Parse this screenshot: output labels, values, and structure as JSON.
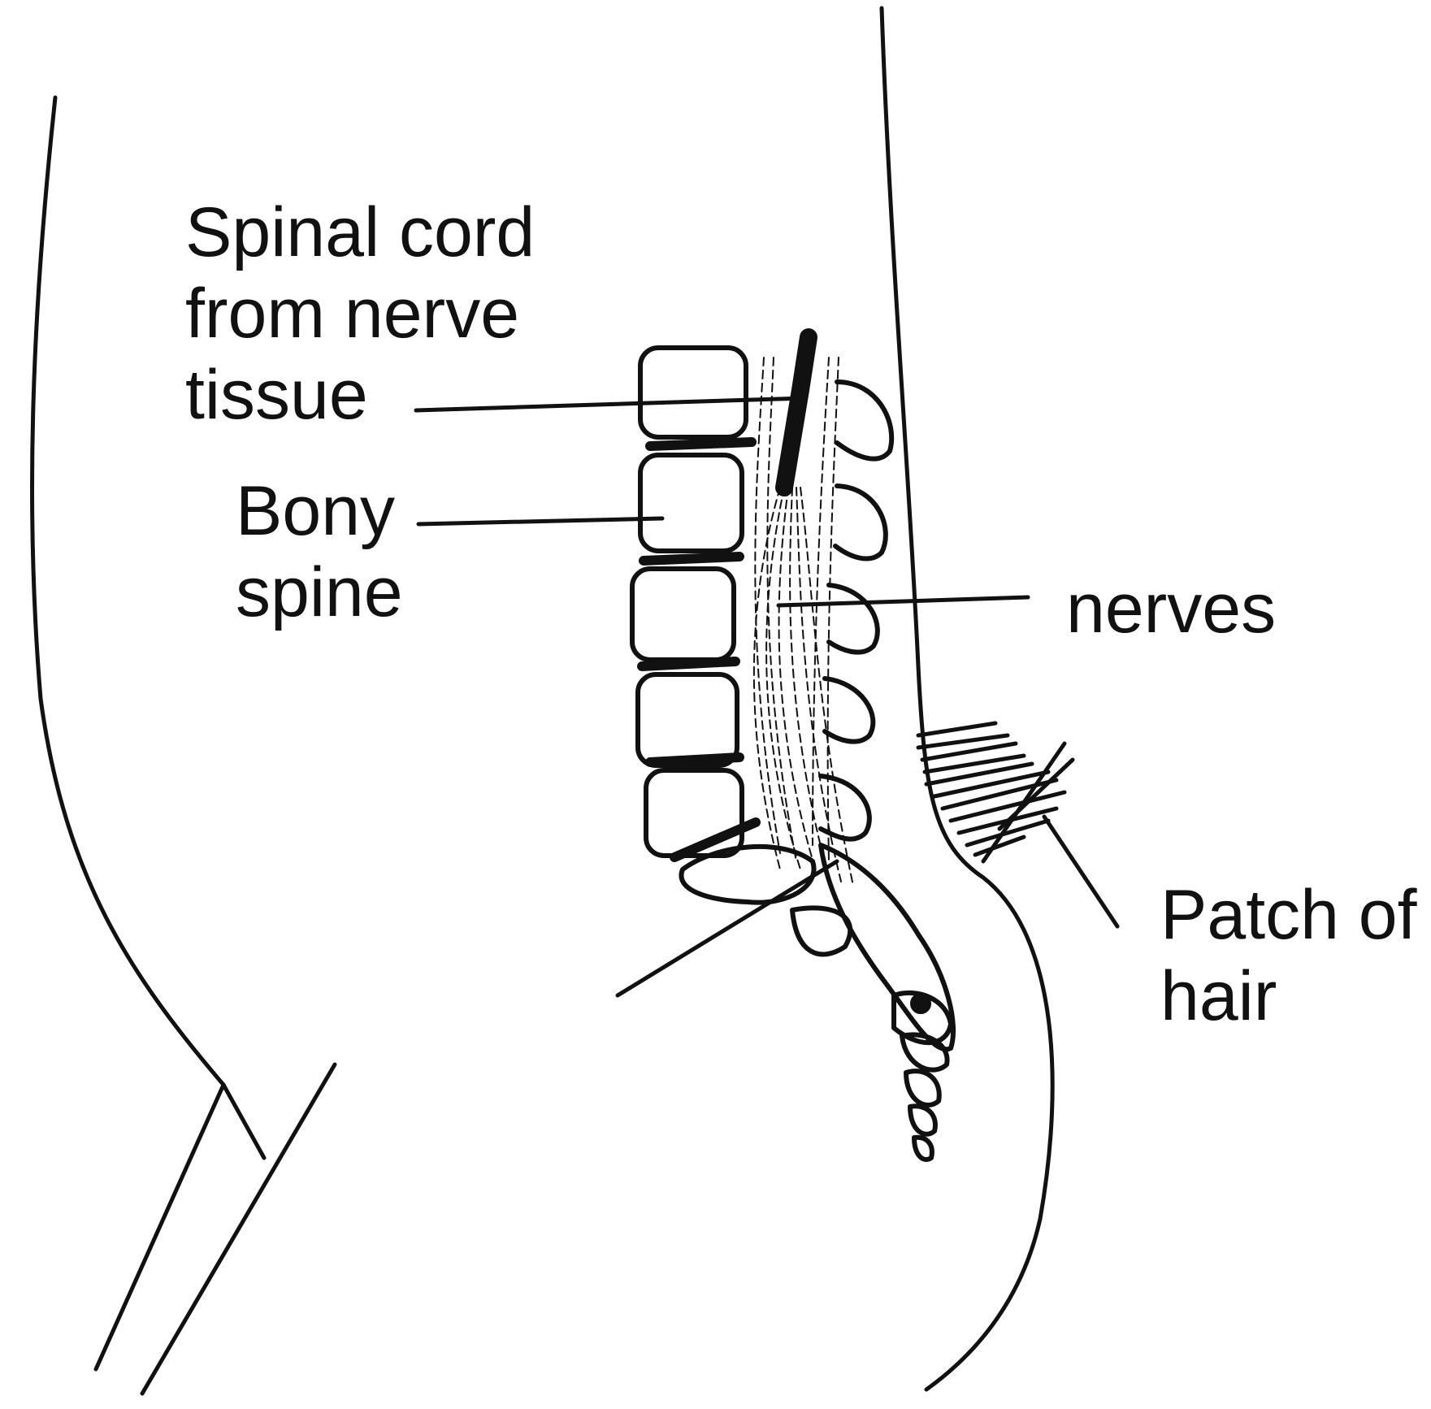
{
  "labels": {
    "spinal_cord": [
      "Spinal cord",
      "from nerve",
      "tissue"
    ],
    "bony_spine": [
      "Bony",
      "spine"
    ],
    "nerves": "nerves",
    "patch_of_hair": [
      "Patch of",
      "hair"
    ]
  },
  "colors": {
    "ink": "#111111",
    "background": "#ffffff"
  }
}
